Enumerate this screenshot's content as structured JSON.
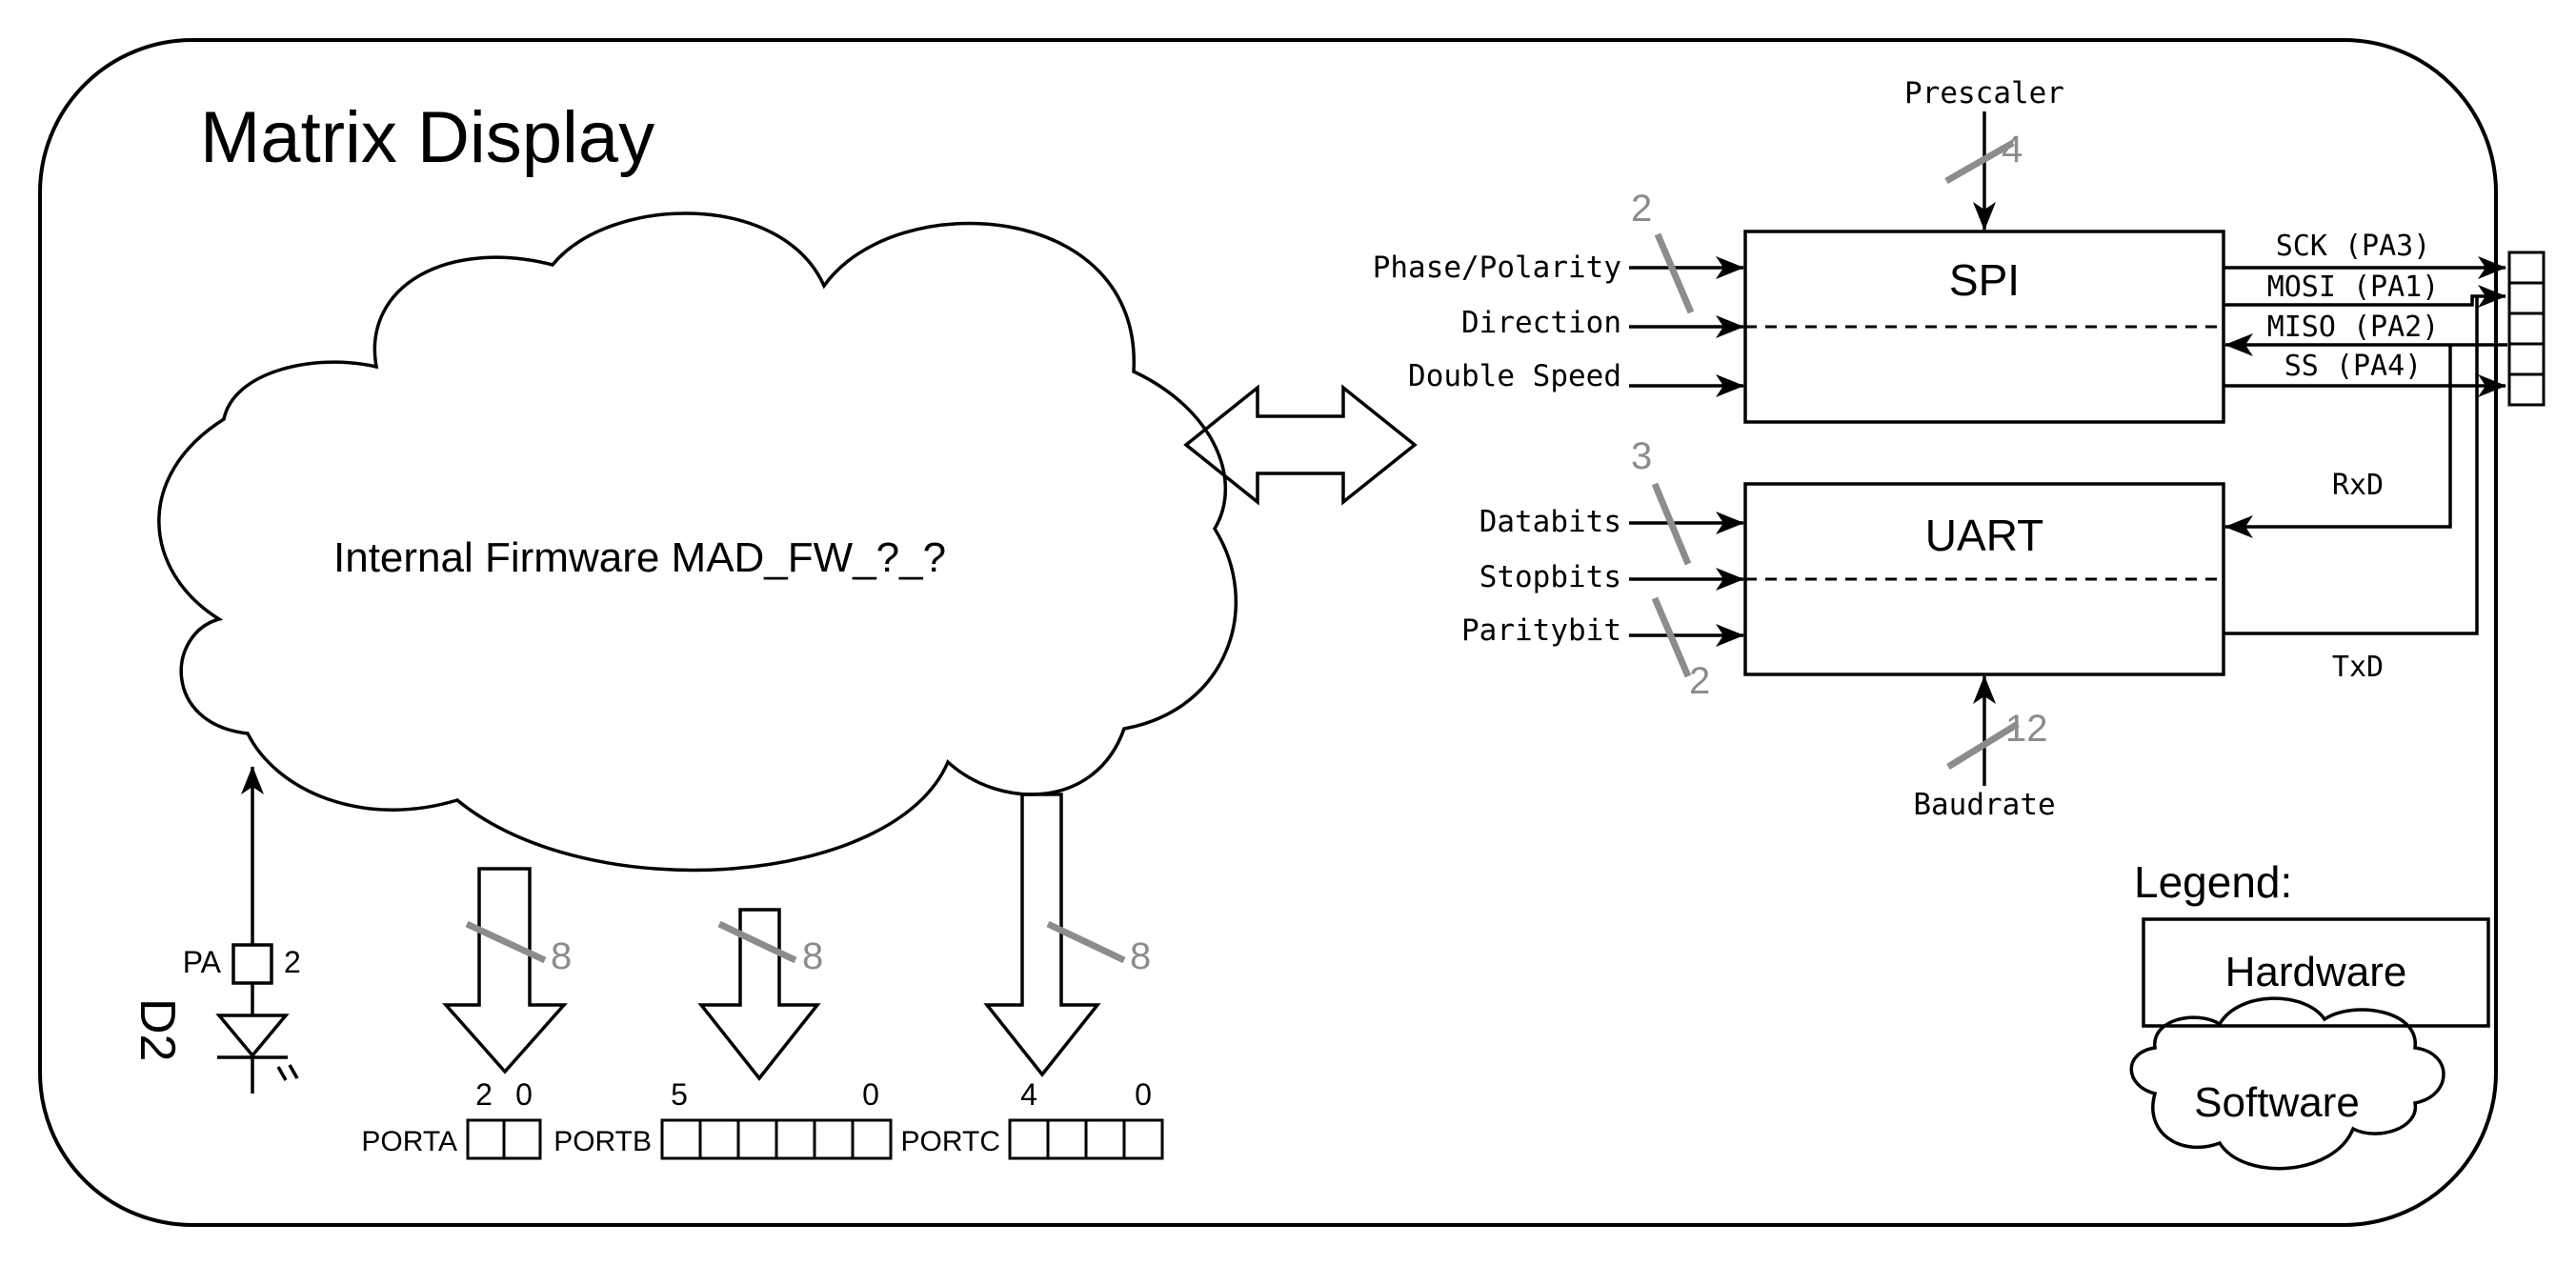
{
  "title": "Matrix Display",
  "firmware": {
    "label": "Internal Firmware MAD_FW_?_?"
  },
  "spi": {
    "label": "SPI",
    "inputs": [
      "Phase/Polarity",
      "Direction",
      "Double Speed"
    ],
    "phase_width": "2",
    "prescaler": {
      "label": "Prescaler",
      "width": "4"
    },
    "pins": [
      "SCK (PA3)",
      "MOSI (PA1)",
      "MISO (PA2)",
      "SS (PA4)"
    ]
  },
  "uart": {
    "label": "UART",
    "inputs": [
      "Databits",
      "Stopbits",
      "Paritybit"
    ],
    "databits_width": "3",
    "paritybit_width": "2",
    "baudrate": {
      "label": "Baudrate",
      "width": "12"
    },
    "rxd": "RxD",
    "txd": "TxD"
  },
  "led": {
    "port_label": "PA",
    "pin": "2",
    "name": "D2"
  },
  "ports": [
    {
      "name": "PORTA",
      "width": "8",
      "hi": "2",
      "lo": "0"
    },
    {
      "name": "PORTB",
      "width": "8",
      "hi": "5",
      "lo": "0"
    },
    {
      "name": "PORTC",
      "width": "8",
      "hi": "4",
      "lo": "0"
    }
  ],
  "legend": {
    "title": "Legend:",
    "hardware": "Hardware",
    "software": "Software"
  }
}
